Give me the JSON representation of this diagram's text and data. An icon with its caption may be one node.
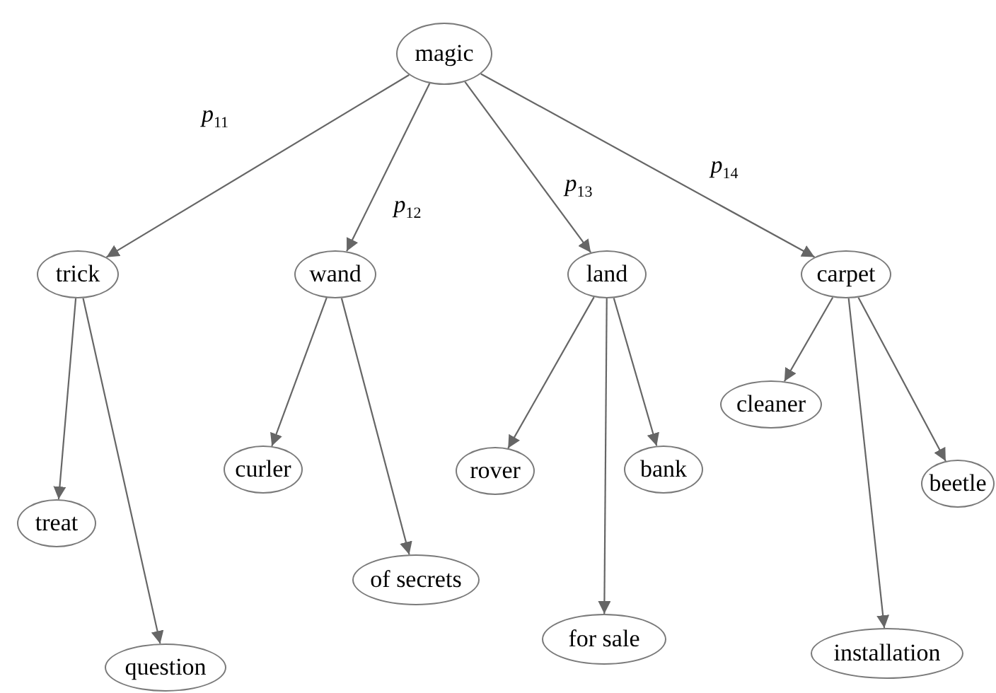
{
  "diagram": {
    "nodes": [
      {
        "text": [
          "magic"
        ]
      },
      {
        "text": [
          "trick"
        ]
      },
      {
        "text": [
          "wand"
        ]
      },
      {
        "text": [
          "land"
        ]
      },
      {
        "text": [
          "carpet"
        ]
      },
      {
        "text": [
          "treat"
        ]
      },
      {
        "text": [
          "question"
        ]
      },
      {
        "text": [
          "curler"
        ]
      },
      {
        "text": [
          "of secrets"
        ]
      },
      {
        "text": [
          "rover"
        ]
      },
      {
        "text": [
          "bank"
        ]
      },
      {
        "text": [
          "for sale"
        ]
      },
      {
        "text": [
          "cleaner"
        ]
      },
      {
        "text": [
          "beetle"
        ]
      },
      {
        "text": [
          "installation"
        ]
      }
    ],
    "edges": [
      {
        "from": 0,
        "to": 1,
        "arrow": "to",
        "label": "*p*$_{11}$"
      },
      {
        "from": 0,
        "to": 2,
        "arrow": "to",
        "label": "*p*$_{12}$"
      },
      {
        "from": 0,
        "to": 3,
        "arrow": "to",
        "label": "*p*$_{13}$"
      },
      {
        "from": 0,
        "to": 4,
        "arrow": "to",
        "label": "*p*$_{14}$"
      },
      {
        "from": 1,
        "to": 5,
        "arrow": "to"
      },
      {
        "from": 1,
        "to": 6,
        "arrow": "to"
      },
      {
        "from": 2,
        "to": 7,
        "arrow": "to"
      },
      {
        "from": 2,
        "to": 8,
        "arrow": "to"
      },
      {
        "from": 3,
        "to": 9,
        "arrow": "to"
      },
      {
        "from": 3,
        "to": 11,
        "arrow": "to"
      },
      {
        "from": 3,
        "to": 10,
        "arrow": "to"
      },
      {
        "from": 4,
        "to": 12,
        "arrow": "to"
      },
      {
        "from": 4,
        "to": 14,
        "arrow": "to"
      },
      {
        "from": 4,
        "to": 13,
        "arrow": "to"
      }
    ]
  }
}
